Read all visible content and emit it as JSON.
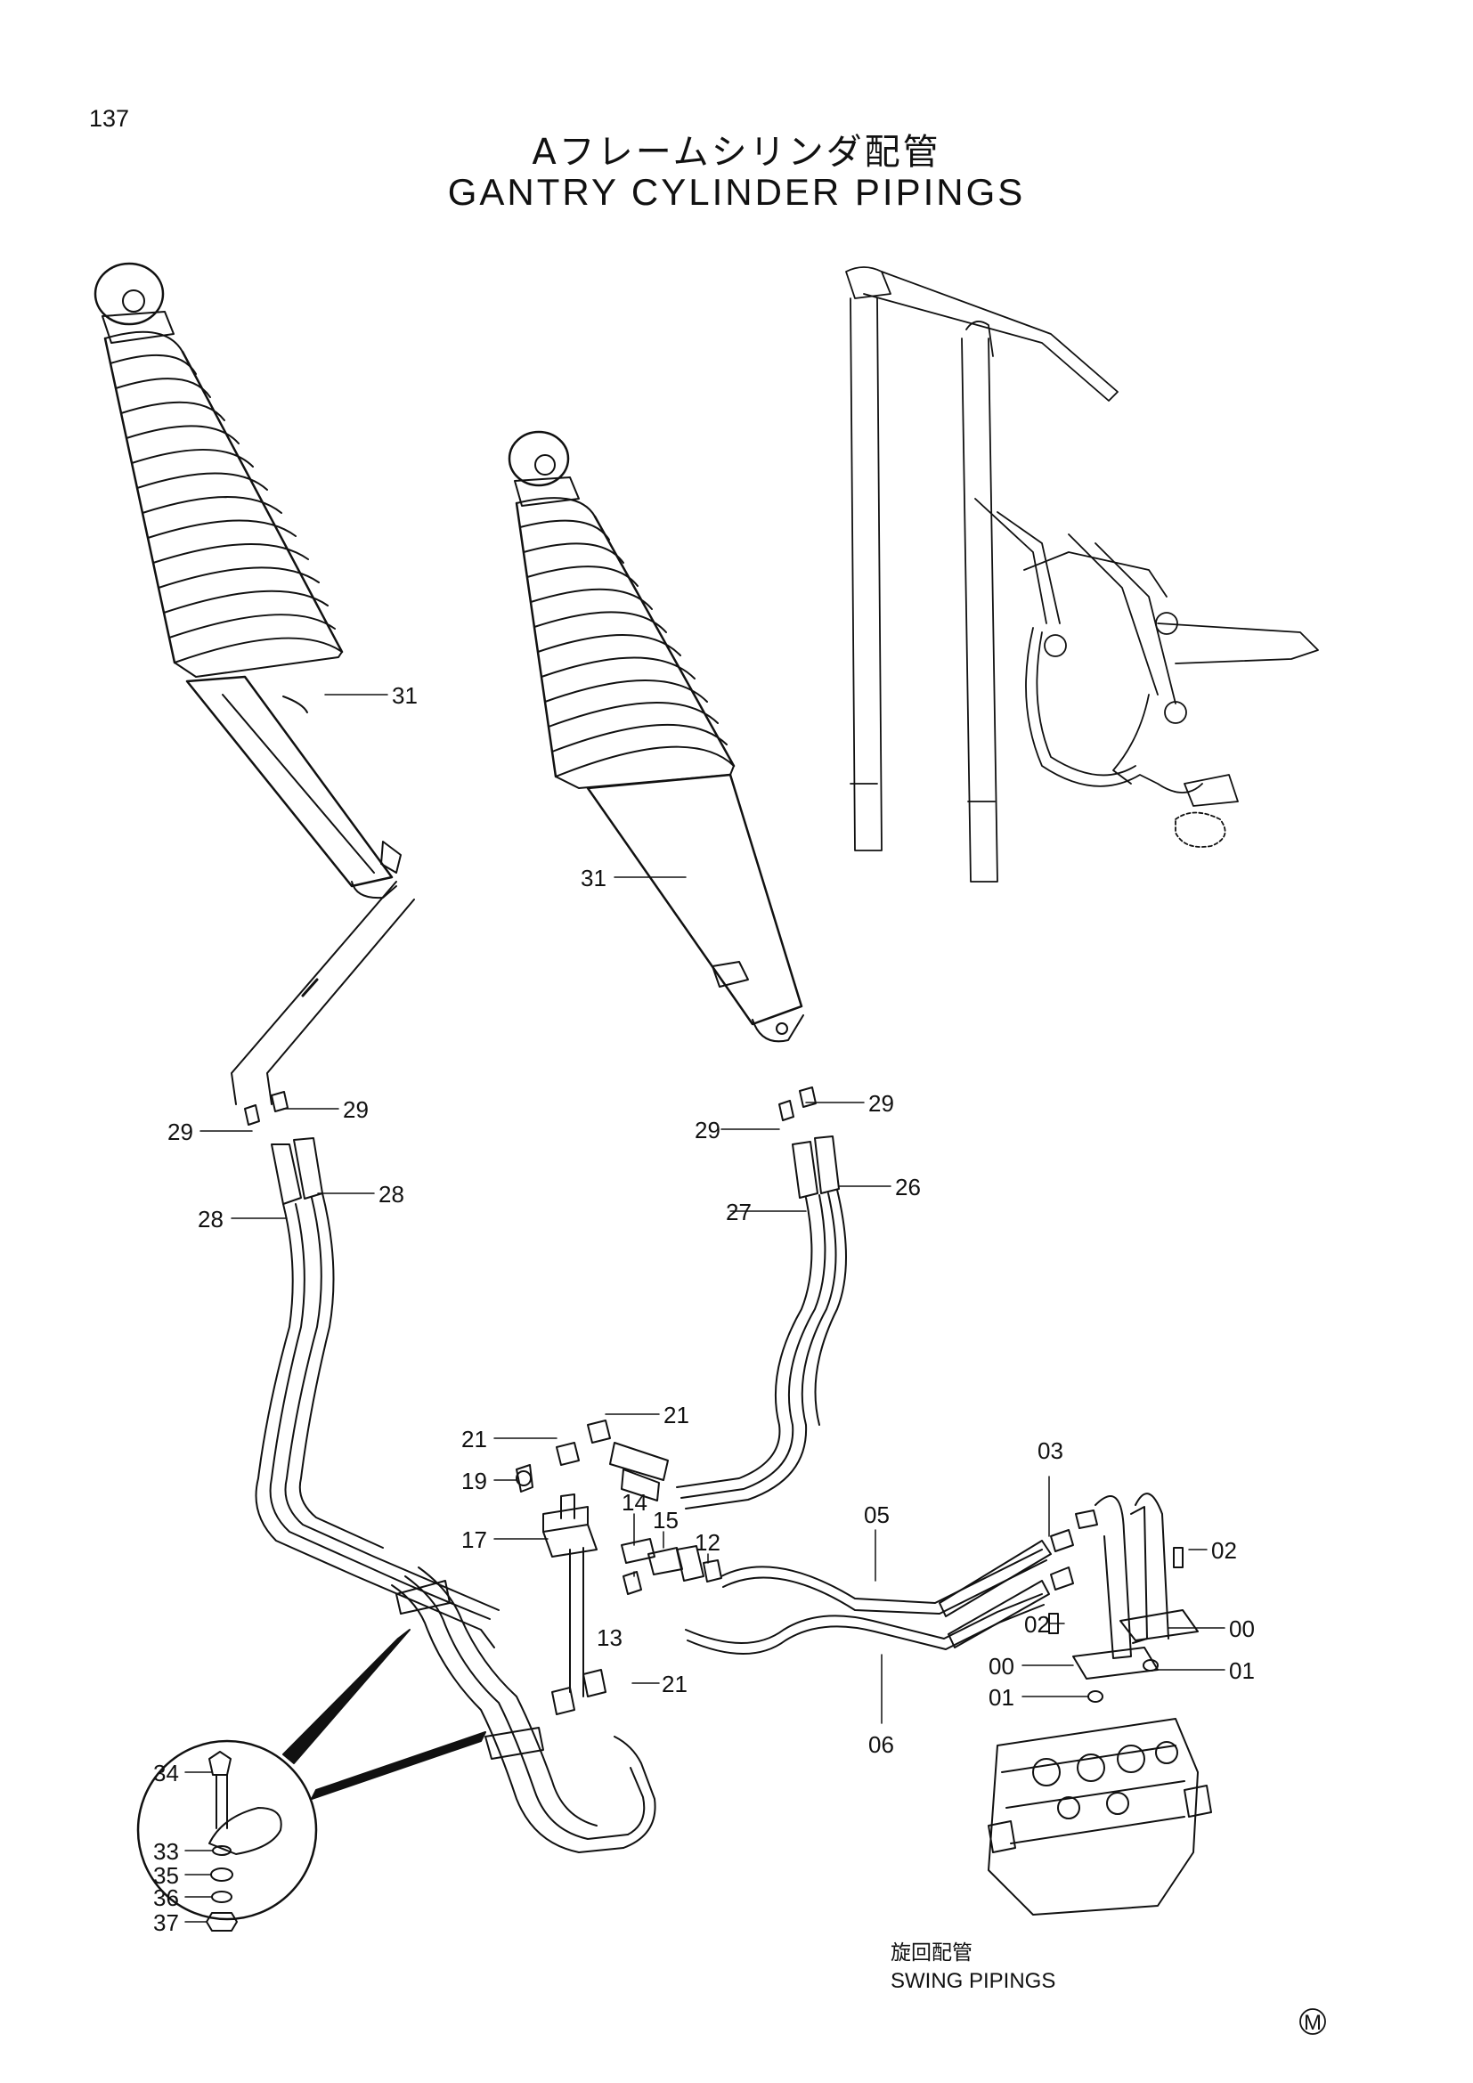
{
  "page_number": "137",
  "title_jp": "Aフレームシリンダ配管",
  "title_en": "GANTRY CYLINDER PIPINGS",
  "swing_caption_jp": "旋回配管",
  "swing_caption_en": "SWING PIPINGS",
  "mark": "M",
  "callouts": [
    {
      "id": "c31a",
      "label": "31"
    },
    {
      "id": "c31b",
      "label": "31"
    },
    {
      "id": "c29a",
      "label": "29"
    },
    {
      "id": "c29b",
      "label": "29"
    },
    {
      "id": "c29c",
      "label": "29"
    },
    {
      "id": "c29d",
      "label": "29"
    },
    {
      "id": "c28a",
      "label": "28"
    },
    {
      "id": "c28b",
      "label": "28"
    },
    {
      "id": "c27",
      "label": "27"
    },
    {
      "id": "c26",
      "label": "26"
    },
    {
      "id": "c21a",
      "label": "21"
    },
    {
      "id": "c21b",
      "label": "21"
    },
    {
      "id": "c21c",
      "label": "21"
    },
    {
      "id": "c19",
      "label": "19"
    },
    {
      "id": "c17",
      "label": "17"
    },
    {
      "id": "c14",
      "label": "14"
    },
    {
      "id": "c15",
      "label": "15"
    },
    {
      "id": "c12",
      "label": "12"
    },
    {
      "id": "c13",
      "label": "13"
    },
    {
      "id": "c05",
      "label": "05"
    },
    {
      "id": "c06",
      "label": "06"
    },
    {
      "id": "c03",
      "label": "03"
    },
    {
      "id": "c02a",
      "label": "02"
    },
    {
      "id": "c02b",
      "label": "02"
    },
    {
      "id": "c00a",
      "label": "00"
    },
    {
      "id": "c00b",
      "label": "00"
    },
    {
      "id": "c01a",
      "label": "01"
    },
    {
      "id": "c01b",
      "label": "01"
    },
    {
      "id": "c34",
      "label": "34"
    },
    {
      "id": "c33",
      "label": "33"
    },
    {
      "id": "c35",
      "label": "35"
    },
    {
      "id": "c36",
      "label": "36"
    },
    {
      "id": "c37",
      "label": "37"
    }
  ]
}
